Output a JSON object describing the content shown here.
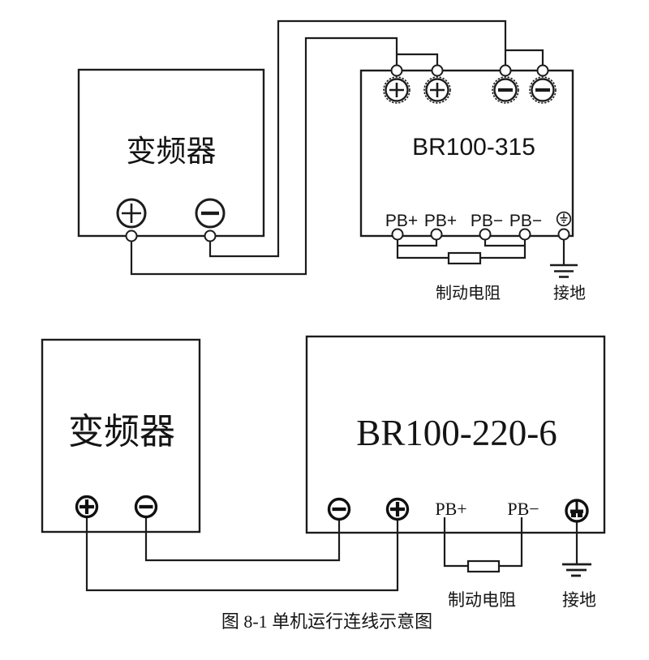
{
  "figure": {
    "caption": "图 8-1 单机运行连线示意图",
    "ink_color": "#1c1c1c",
    "paper_color": "#ffffff"
  },
  "top_diagram": {
    "inverter": {
      "label": "变频器",
      "terminals": [
        "+",
        "−"
      ]
    },
    "brake_unit": {
      "model": "BR100-315",
      "top_terminals": [
        "+",
        "+",
        "−",
        "−"
      ],
      "pb_labels": [
        "PB+",
        "PB+",
        "PB−",
        "PB−"
      ],
      "ground_terminal": "earth-symbol",
      "resistor_label": "制动电阻",
      "ground_label": "接地"
    }
  },
  "bottom_diagram": {
    "inverter": {
      "label": "变频器",
      "terminals": [
        "+",
        "−"
      ]
    },
    "brake_unit": {
      "model": "BR100-220-6",
      "terminals": [
        "−",
        "+"
      ],
      "pb_labels": [
        "PB+",
        "PB−"
      ],
      "ground_terminal": "earth-symbol",
      "resistor_label": "制动电阻",
      "ground_label": "接地"
    }
  }
}
